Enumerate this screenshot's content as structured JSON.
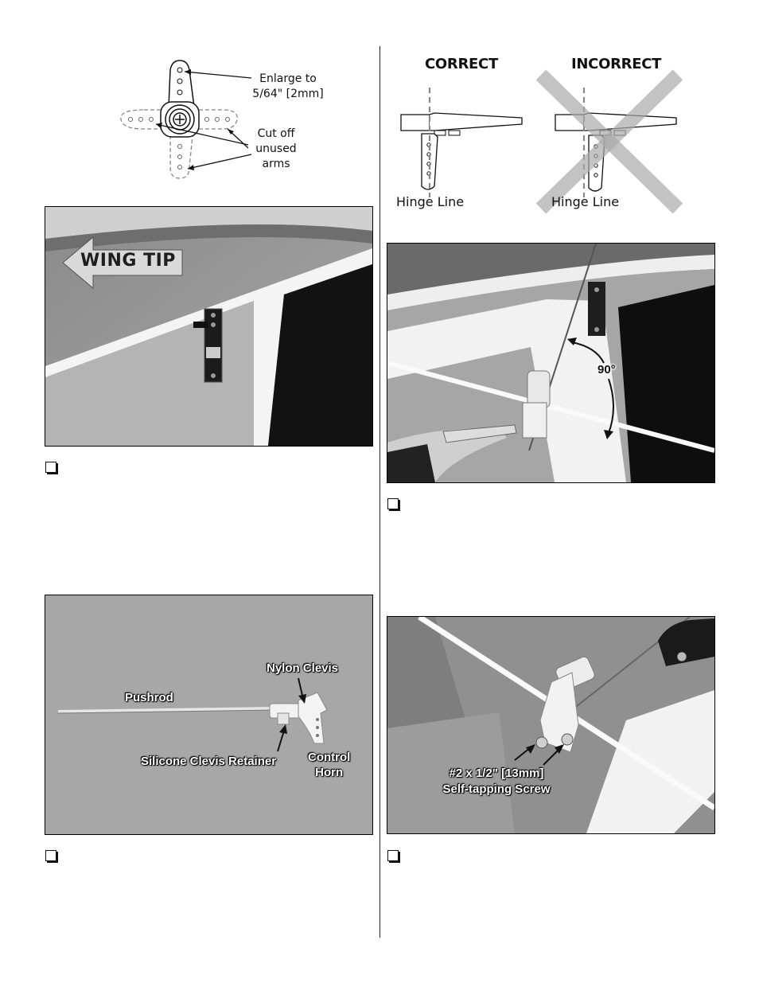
{
  "servo_arm_diagram": {
    "enlarge_label_line1": "Enlarge to",
    "enlarge_label_line2": "5/64\" [2mm]",
    "cutoff_label_line1": "Cut off",
    "cutoff_label_line2": "unused",
    "cutoff_label_line3": "arms"
  },
  "hinge_diagram": {
    "correct_label": "CORRECT",
    "incorrect_label": "INCORRECT",
    "hinge_line_left": "Hinge Line",
    "hinge_line_right": "Hinge Line"
  },
  "photo_servo_mounted": {
    "wing_tip_label": "WING TIP"
  },
  "photo_clevis_90": {
    "angle_label": "90°"
  },
  "photo_pushrod_parts": {
    "nylon_clevis": "Nylon Clevis",
    "pushrod": "Pushrod",
    "silicone_clevis_retainer": "Silicone Clevis Retainer",
    "control_horn_line1": "Control",
    "control_horn_line2": "Horn"
  },
  "photo_screws": {
    "screw_line1": "#2 x 1/2\" [13mm]",
    "screw_line2": "Self-tapping Screw"
  }
}
